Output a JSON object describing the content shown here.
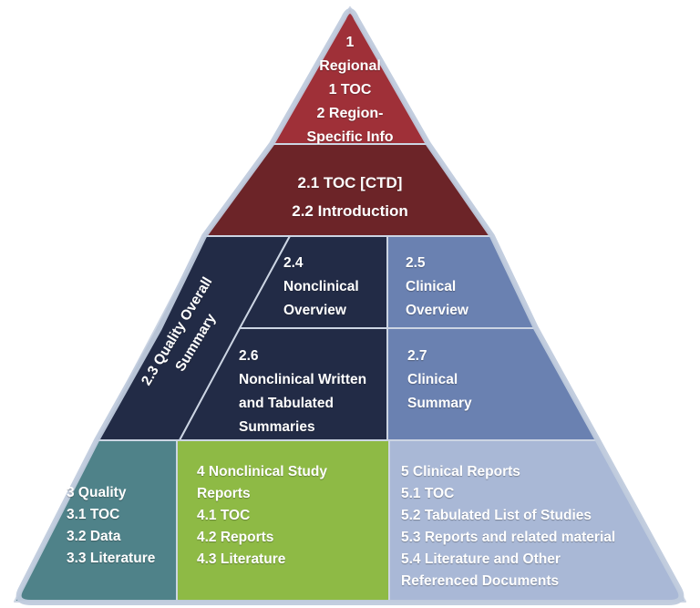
{
  "palette": {
    "module1_red": "#9f3038",
    "module2_maroon": "#6c2428",
    "module2_navy": "#222b46",
    "module2_blue": "#6a81b1",
    "module3_teal": "#4f8289",
    "module4_green": "#8eba45",
    "module5_lightblue": "#a9b8d6",
    "outline": "#c0cbdd",
    "divider": "#ccd5e3",
    "text": "#ffffff"
  },
  "sections": [
    {
      "id": "module-1-regional",
      "label_lines": [
        "1",
        "Regional",
        "1 TOC",
        "2 Region-",
        "Specific Info"
      ]
    },
    {
      "id": "module-2-toc-intro",
      "label_lines": [
        "2.1 TOC [CTD]",
        "2.2 Introduction"
      ]
    },
    {
      "id": "module-2-3-qos",
      "label_lines": [
        "2.3 Quality Overall",
        "Summary"
      ]
    },
    {
      "id": "module-2-4-nonclin-overview",
      "label_lines": [
        "2.4",
        "Nonclinical",
        "Overview"
      ]
    },
    {
      "id": "module-2-5-clin-overview",
      "label_lines": [
        "2.5",
        "Clinical",
        "Overview"
      ]
    },
    {
      "id": "module-2-6-nonclin-summaries",
      "label_lines": [
        "2.6",
        "Nonclinical Written",
        "and Tabulated",
        "Summaries"
      ]
    },
    {
      "id": "module-2-7-clin-summary",
      "label_lines": [
        "2.7",
        "Clinical",
        "Summary"
      ]
    },
    {
      "id": "module-3-quality",
      "label_lines": [
        "3 Quality",
        "3.1 TOC",
        "3.2 Data",
        "3.3 Literature"
      ]
    },
    {
      "id": "module-4-nonclinical-reports",
      "label_lines": [
        "4 Nonclinical Study",
        "Reports",
        "4.1 TOC",
        "4.2 Reports",
        "4.3 Literature"
      ]
    },
    {
      "id": "module-5-clinical-reports",
      "label_lines": [
        "5 Clinical Reports",
        "5.1 TOC",
        "5.2 Tabulated List of Studies",
        "5.3 Reports and related material",
        "5.4 Literature and Other",
        "Referenced Documents"
      ]
    }
  ]
}
